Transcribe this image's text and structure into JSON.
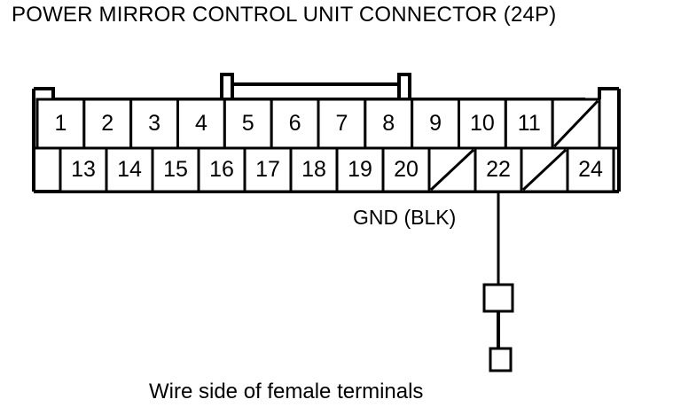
{
  "title": "POWER MIRROR CONTROL UNIT CONNECTOR (24P)",
  "caption": "Wire side of female terminals",
  "connector": {
    "pin_count": "24",
    "top_row": [
      {
        "label": "1",
        "blank": false
      },
      {
        "label": "2",
        "blank": false
      },
      {
        "label": "3",
        "blank": false
      },
      {
        "label": "4",
        "blank": false
      },
      {
        "label": "5",
        "blank": false
      },
      {
        "label": "6",
        "blank": false
      },
      {
        "label": "7",
        "blank": false
      },
      {
        "label": "8",
        "blank": false
      },
      {
        "label": "9",
        "blank": false
      },
      {
        "label": "10",
        "blank": false
      },
      {
        "label": "11",
        "blank": false
      },
      {
        "label": "",
        "blank": true
      }
    ],
    "bottom_row": [
      {
        "label": "13",
        "blank": false
      },
      {
        "label": "14",
        "blank": false
      },
      {
        "label": "15",
        "blank": false
      },
      {
        "label": "16",
        "blank": false
      },
      {
        "label": "17",
        "blank": false
      },
      {
        "label": "18",
        "blank": false
      },
      {
        "label": "19",
        "blank": false
      },
      {
        "label": "20",
        "blank": false
      },
      {
        "label": "",
        "blank": true
      },
      {
        "label": "22",
        "blank": false
      },
      {
        "label": "",
        "blank": true
      },
      {
        "label": "24",
        "blank": false
      }
    ]
  },
  "wire": {
    "label": "GND (BLK)",
    "source_pin": "22",
    "color_code": "BLK",
    "function": "GND"
  },
  "colors": {
    "line": "#000000",
    "background": "#ffffff",
    "text": "#000000"
  }
}
